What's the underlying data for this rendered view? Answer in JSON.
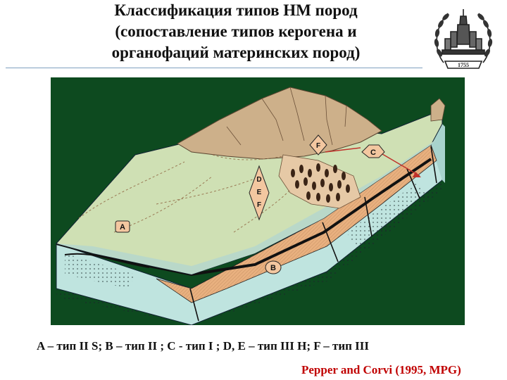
{
  "slide": {
    "title_lines": [
      "Классификация типов НМ пород",
      "(сопоставление типов керогена и",
      "органофаций материнских пород)"
    ],
    "caption": "A – тип II S; B – тип II ;  C - тип I ; D, E – тип III H;   F – тип III",
    "citation": "Pepper and Corvi (1995, MPG)",
    "logo_year": "1755"
  },
  "diagram": {
    "labels": {
      "a": "A",
      "b": "B",
      "c": "C",
      "def_d": "D",
      "def_e": "E",
      "def_f": "F",
      "f": "F"
    }
  },
  "colors": {
    "figure_background": "#0d4a1f",
    "plain": "#cfe0b4",
    "mountain": "#cdb08a",
    "water_side": "#bfe4df",
    "sediment": "#e8b07f",
    "label_fill": "#f3c7a0",
    "citation": "#c00000"
  }
}
